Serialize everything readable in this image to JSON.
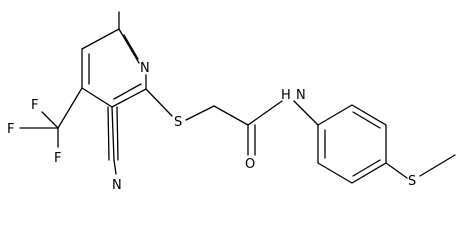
{
  "atoms": {
    "pyridine_n": "N",
    "thioether_s": "S",
    "amide_nh": "H",
    "amide_n": "N",
    "carbonyl_o": "O",
    "methylthio_s": "S",
    "nitrile_n": "N",
    "cf3_f_top": "F",
    "cf3_f_left": "F",
    "cf3_f_bottom": "F"
  },
  "colors": {
    "bond": "#000000",
    "background": "#ffffff"
  }
}
